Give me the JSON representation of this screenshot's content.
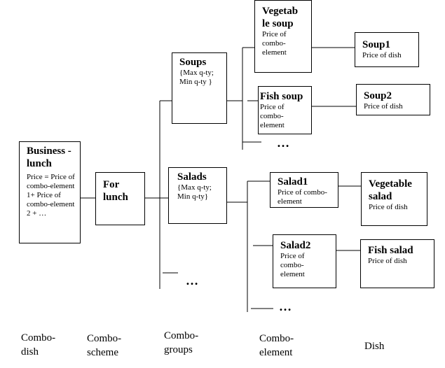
{
  "boxes": {
    "business_lunch": {
      "title": "Business -lunch",
      "text": "Price = Price of combo-element 1+ Price of combo-element 2 + …"
    },
    "for_lunch": {
      "title": "For lunch"
    },
    "soups": {
      "title": "Soups",
      "text": "{Max q-ty; Min q-ty }"
    },
    "salads": {
      "title": "Salads",
      "text": "{Max q-ty; Min q-ty}"
    },
    "vegetable_soup": {
      "title": "Vegetab le soup",
      "text": "Price of combo-element"
    },
    "fish_soup": {
      "title": "Fish soup",
      "text": "Price of combo-element"
    },
    "salad1": {
      "title": "Salad1",
      "text": "Price of combo-element"
    },
    "salad2": {
      "title": "Salad2",
      "text": "Price of combo-element"
    },
    "soup1": {
      "title": "Soup1",
      "text": "Price of dish"
    },
    "soup2": {
      "title": "Soup2",
      "text": "Price of dish"
    },
    "vegetable_salad": {
      "title": "Vegetable salad",
      "text": "Price of dish"
    },
    "fish_salad": {
      "title": "Fish salad",
      "text": "Price of dish"
    }
  },
  "ellipsis": "…",
  "column_labels": [
    "Combo-dish",
    "Combo-scheme",
    "Combo-groups",
    "Combo-element",
    "Dish"
  ]
}
